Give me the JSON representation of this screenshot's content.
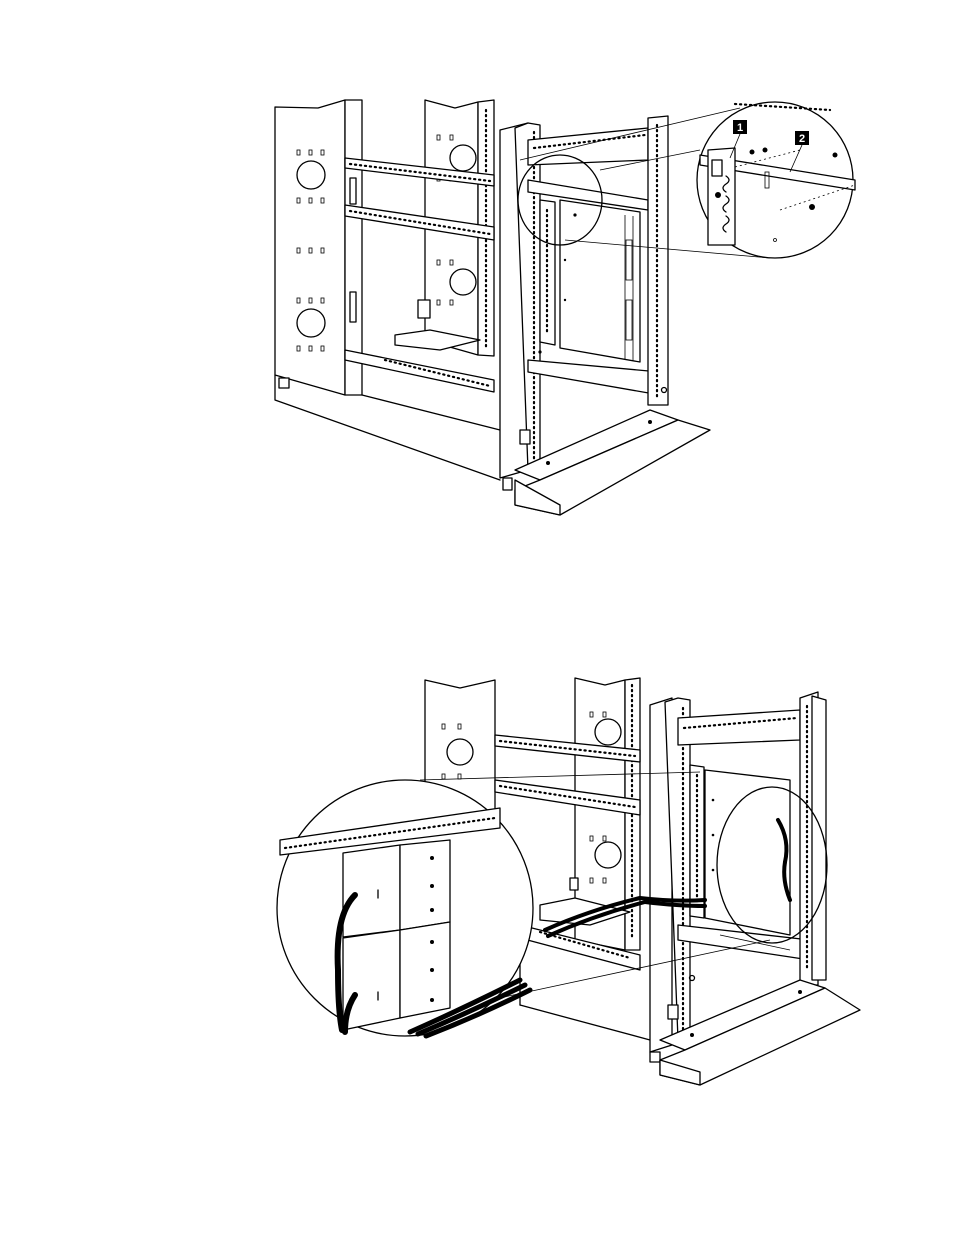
{
  "callouts": [
    {
      "label": "1"
    },
    {
      "label": "2"
    }
  ],
  "icons": {
    "figure_1": "rack-cabinet-with-side-panel-detail",
    "figure_2": "rack-cabinet-with-cable-routing-detail"
  }
}
